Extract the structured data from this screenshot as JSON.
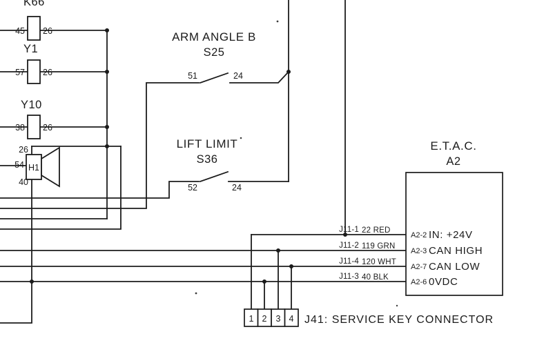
{
  "colors": {
    "ink": "#1b1b1b",
    "paper": "#ffffff"
  },
  "components": {
    "coil_k": {
      "label": "K66",
      "pin_left": "45",
      "pin_right": "26"
    },
    "coil_y1": {
      "label": "Y1",
      "pin_left": "57",
      "pin_right": "26"
    },
    "coil_y10": {
      "label": "Y10",
      "pin_left": "38",
      "pin_right": "26"
    },
    "horn_h1": {
      "label": "H1",
      "pin_top": "26",
      "pin_left": "54",
      "pin_bottom": "40"
    },
    "switch_s25": {
      "title": "ARM ANGLE B",
      "ref": "S25",
      "pin_left": "51",
      "pin_right": "24"
    },
    "switch_s36": {
      "title": "LIFT LIMIT",
      "ref": "S36",
      "pin_left": "52",
      "pin_right": "24"
    },
    "etac_a2": {
      "title": "E.T.A.C.",
      "ref": "A2",
      "pins": [
        {
          "id": "A2-2",
          "label": "IN: +24V"
        },
        {
          "id": "A2-3",
          "label": "CAN HIGH"
        },
        {
          "id": "A2-7",
          "label": "CAN LOW"
        },
        {
          "id": "A2-6",
          "label": "0VDC"
        }
      ]
    },
    "j41": {
      "label": "J41: SERVICE KEY CONNECTOR",
      "pins": [
        "1",
        "2",
        "3",
        "4"
      ]
    }
  },
  "wires": [
    {
      "connector": "J11-1",
      "spec": "22 RED"
    },
    {
      "connector": "J11-2",
      "spec": "119 GRN"
    },
    {
      "connector": "J11-4",
      "spec": "120 WHT"
    },
    {
      "connector": "J11-3",
      "spec": "40 BLK"
    }
  ]
}
